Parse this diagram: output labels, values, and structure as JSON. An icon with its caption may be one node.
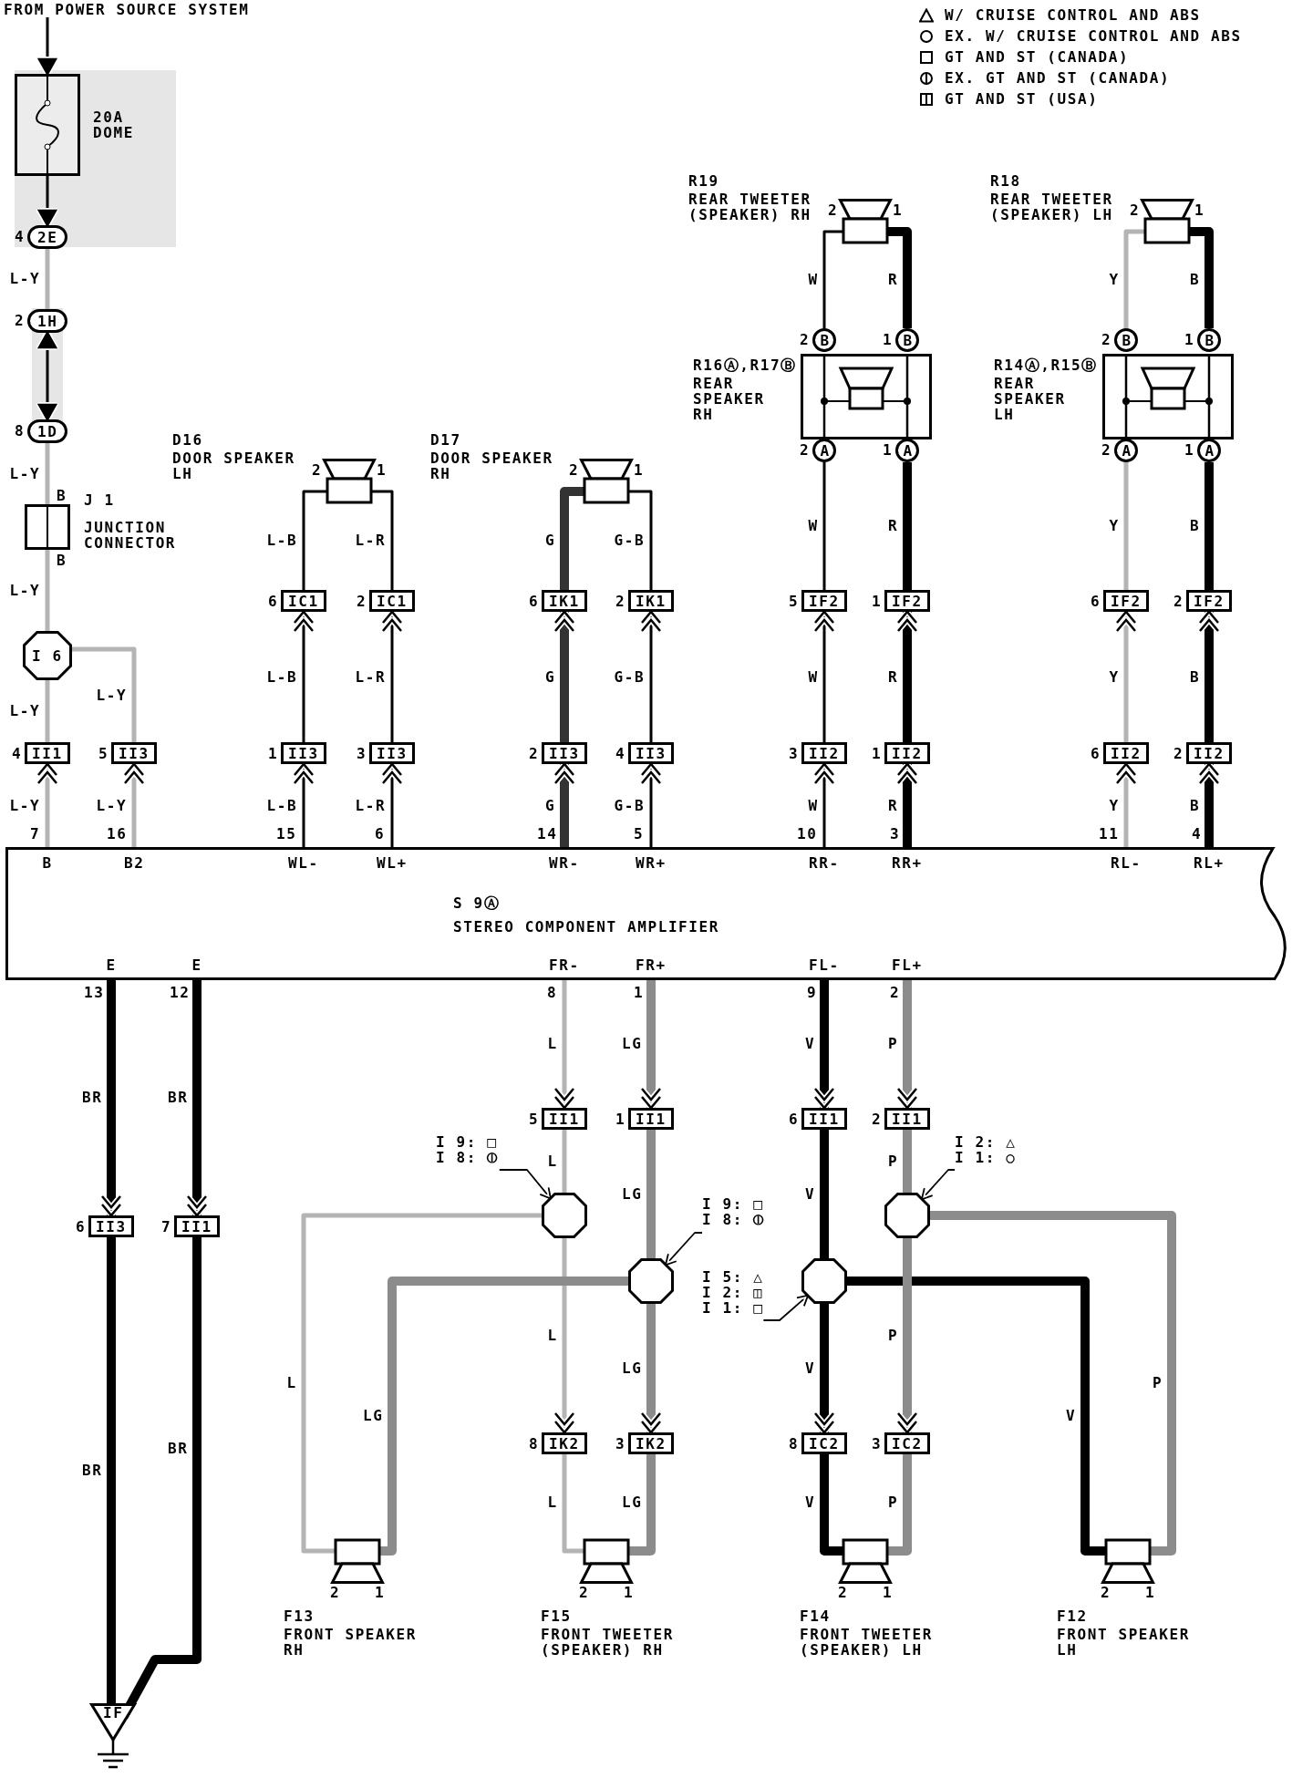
{
  "diagram": {
    "nodes": [
      {
        "text": [
          "FROM POWER SOURCE SYSTEM"
        ]
      },
      {
        "text": [
          "20A DOME"
        ]
      },
      {
        "text": [
          "2E"
        ],
        "beside": [
          "4"
        ]
      },
      {
        "text": [
          "1H"
        ],
        "beside": [
          "2"
        ]
      },
      {
        "text": [
          "1D"
        ],
        "beside": [
          "8"
        ]
      },
      {
        "text": [
          "J 1",
          "JUNCTION CONNECTOR"
        ],
        "beside": [
          "B",
          "B"
        ]
      },
      {
        "text": [
          "I 6"
        ]
      },
      {
        "text": [
          "II1"
        ],
        "beside": [
          "4"
        ]
      },
      {
        "text": [
          "II3"
        ],
        "beside": [
          "5"
        ]
      },
      {
        "text": [
          "D16",
          "DOOR SPEAKER LH",
          "2",
          "1"
        ]
      },
      {
        "text": [
          "IC1"
        ],
        "beside": [
          "6"
        ]
      },
      {
        "text": [
          "IC1"
        ],
        "beside": [
          "2"
        ]
      },
      {
        "text": [
          "II3"
        ],
        "beside": [
          "1"
        ]
      },
      {
        "text": [
          "II3"
        ],
        "beside": [
          "3"
        ]
      },
      {
        "text": [
          "D17",
          "DOOR SPEAKER RH",
          "2",
          "1"
        ]
      },
      {
        "text": [
          "IK1"
        ],
        "beside": [
          "6"
        ]
      },
      {
        "text": [
          "IK1"
        ],
        "beside": [
          "2"
        ]
      },
      {
        "text": [
          "II3"
        ],
        "beside": [
          "2"
        ]
      },
      {
        "text": [
          "II3"
        ],
        "beside": [
          "4"
        ]
      },
      {
        "text": [
          "R19",
          "REAR TWEETER (SPEAKER) RH",
          "2",
          "1"
        ]
      },
      {
        "text": [
          "B"
        ],
        "beside": [
          "2"
        ]
      },
      {
        "text": [
          "B"
        ],
        "beside": [
          "1"
        ]
      },
      {
        "text": [
          "R16Ⓐ,R17Ⓑ",
          "REAR SPEAKER RH"
        ]
      },
      {
        "text": [
          "A"
        ],
        "beside": [
          "2"
        ]
      },
      {
        "text": [
          "A"
        ],
        "beside": [
          "1"
        ]
      },
      {
        "text": [
          "IF2"
        ],
        "beside": [
          "5"
        ]
      },
      {
        "text": [
          "IF2"
        ],
        "beside": [
          "1"
        ]
      },
      {
        "text": [
          "II2"
        ],
        "beside": [
          "3"
        ]
      },
      {
        "text": [
          "II2"
        ],
        "beside": [
          "1"
        ]
      },
      {
        "text": [
          "R18",
          "REAR TWEETER (SPEAKER) LH",
          "2",
          "1"
        ]
      },
      {
        "text": [
          "B"
        ],
        "beside": [
          "2"
        ]
      },
      {
        "text": [
          "B"
        ],
        "beside": [
          "1"
        ]
      },
      {
        "text": [
          "R14Ⓐ,R15Ⓑ",
          "REAR SPEAKER LH"
        ]
      },
      {
        "text": [
          "A"
        ],
        "beside": [
          "2"
        ]
      },
      {
        "text": [
          "A"
        ],
        "beside": [
          "1"
        ]
      },
      {
        "text": [
          "IF2"
        ],
        "beside": [
          "6"
        ]
      },
      {
        "text": [
          "IF2"
        ],
        "beside": [
          "2"
        ]
      },
      {
        "text": [
          "II2"
        ],
        "beside": [
          "6"
        ]
      },
      {
        "text": [
          "II2"
        ],
        "beside": [
          "2"
        ]
      },
      {
        "text": [
          "B",
          "B2",
          "WL-",
          "WL+",
          "WR-",
          "WR+",
          "RR-",
          "RR+",
          "RL-",
          "RL+",
          "S 9Ⓐ",
          "STEREO COMPONENT AMPLIFIER",
          "E",
          "E",
          "FR-",
          "FR+",
          "FL-",
          "FL+"
        ],
        "beside": [
          "7",
          "16",
          "15",
          "6",
          "14",
          "5",
          "10",
          "3",
          "11",
          "4",
          "13",
          "12",
          "8",
          "1",
          "9",
          "2"
        ]
      },
      {
        "text": [
          "II1"
        ],
        "beside": [
          "5"
        ]
      },
      {
        "text": [
          "II1"
        ],
        "beside": [
          "1"
        ]
      },
      {
        "text": [
          "II1"
        ],
        "beside": [
          "6"
        ]
      },
      {
        "text": [
          "II1"
        ],
        "beside": [
          "2"
        ]
      },
      {
        "text": [
          "I 9: □",
          "I 8: ⦶"
        ]
      },
      {
        "text": [
          "I 2: △",
          "I 1: ○"
        ]
      },
      {
        "text": [],
        "shape": "octagon"
      },
      {
        "text": [],
        "shape": "octagon"
      },
      {
        "text": [
          "I 9: □",
          "I 8: ⦶"
        ]
      },
      {
        "text": [],
        "shape": "octagon"
      },
      {
        "text": [],
        "shape": "octagon"
      },
      {
        "text": [
          "I 5: △",
          "I 2: ◫",
          "I 1: □"
        ]
      },
      {
        "text": [
          "II3"
        ],
        "beside": [
          "6"
        ]
      },
      {
        "text": [
          "II1"
        ],
        "beside": [
          "7"
        ]
      },
      {
        "text": [
          "IK2"
        ],
        "beside": [
          "8"
        ]
      },
      {
        "text": [
          "IK2"
        ],
        "beside": [
          "3"
        ]
      },
      {
        "text": [
          "IC2"
        ],
        "beside": [
          "8"
        ]
      },
      {
        "text": [
          "IC2"
        ],
        "beside": [
          "3"
        ]
      },
      {
        "text": [
          "F13",
          "FRONT SPEAKER RH",
          "2",
          "1"
        ]
      },
      {
        "text": [
          "F15",
          "FRONT TWEETER (SPEAKER) RH",
          "2",
          "1"
        ]
      },
      {
        "text": [
          "F14",
          "FRONT TWEETER (SPEAKER) LH",
          "2",
          "1"
        ]
      },
      {
        "text": [
          "F12",
          "FRONT SPEAKER LH",
          "2",
          "1"
        ]
      },
      {
        "text": [
          "IF"
        ]
      }
    ],
    "edges": [
      {
        "from": 0,
        "to": 1,
        "arrow": "to"
      },
      {
        "from": 1,
        "to": 2,
        "arrow": "to"
      },
      {
        "from": 2,
        "to": 3,
        "arrow": "none",
        "label": "L-Y",
        "color": "#b4b4b4"
      },
      {
        "from": 3,
        "to": 4,
        "arrow": "both"
      },
      {
        "from": 4,
        "to": 5,
        "arrow": "none",
        "label": "L-Y",
        "color": "#b4b4b4"
      },
      {
        "from": 5,
        "to": 6,
        "arrow": "none",
        "label": "L-Y",
        "color": "#b4b4b4"
      },
      {
        "from": 6,
        "to": 7,
        "arrow": "none",
        "label": "L-Y",
        "color": "#b4b4b4"
      },
      {
        "from": 6,
        "to": 8,
        "arrow": "none",
        "label": "L-Y",
        "color": "#b4b4b4"
      },
      {
        "from": 39,
        "to": 7,
        "arrow": "to",
        "label": "L-Y",
        "color": "#b4b4b4"
      },
      {
        "from": 39,
        "to": 8,
        "arrow": "to",
        "label": "L-Y",
        "color": "#b4b4b4"
      },
      {
        "from": 10,
        "to": 9,
        "arrow": "none",
        "label": "L-B"
      },
      {
        "from": 11,
        "to": 9,
        "arrow": "none",
        "label": "L-R"
      },
      {
        "from": 12,
        "to": 10,
        "arrow": "to",
        "label": "L-B"
      },
      {
        "from": 13,
        "to": 11,
        "arrow": "to",
        "label": "L-R"
      },
      {
        "from": 39,
        "to": 12,
        "arrow": "to",
        "label": "L-B"
      },
      {
        "from": 39,
        "to": 13,
        "arrow": "to",
        "label": "L-R"
      },
      {
        "from": 15,
        "to": 14,
        "arrow": "none",
        "label": "G",
        "style": "thick",
        "color": "#333333"
      },
      {
        "from": 16,
        "to": 14,
        "arrow": "none",
        "label": "G-B"
      },
      {
        "from": 17,
        "to": 15,
        "arrow": "to",
        "label": "G",
        "style": "thick",
        "color": "#333333"
      },
      {
        "from": 18,
        "to": 16,
        "arrow": "to",
        "label": "G-B"
      },
      {
        "from": 39,
        "to": 17,
        "arrow": "to",
        "label": "G",
        "style": "thick",
        "color": "#333333"
      },
      {
        "from": 39,
        "to": 18,
        "arrow": "to",
        "label": "G-B"
      },
      {
        "from": 20,
        "to": 19,
        "arrow": "none",
        "label": "W"
      },
      {
        "from": 21,
        "to": 19,
        "arrow": "none",
        "label": "R",
        "style": "thick"
      },
      {
        "from": 25,
        "to": 23,
        "arrow": "none",
        "label": "W"
      },
      {
        "from": 26,
        "to": 24,
        "arrow": "none",
        "label": "R",
        "style": "thick"
      },
      {
        "from": 27,
        "to": 25,
        "arrow": "to",
        "label": "W"
      },
      {
        "from": 28,
        "to": 26,
        "arrow": "to",
        "label": "R",
        "style": "thick"
      },
      {
        "from": 39,
        "to": 27,
        "arrow": "to",
        "label": "W"
      },
      {
        "from": 39,
        "to": 28,
        "arrow": "to",
        "label": "R",
        "style": "thick"
      },
      {
        "from": 30,
        "to": 29,
        "arrow": "none",
        "label": "Y",
        "color": "#b4b4b4"
      },
      {
        "from": 31,
        "to": 29,
        "arrow": "none",
        "label": "B",
        "style": "thick"
      },
      {
        "from": 35,
        "to": 33,
        "arrow": "none",
        "label": "Y",
        "color": "#b4b4b4"
      },
      {
        "from": 36,
        "to": 34,
        "arrow": "none",
        "label": "B",
        "style": "thick"
      },
      {
        "from": 37,
        "to": 35,
        "arrow": "to",
        "label": "Y",
        "color": "#b4b4b4"
      },
      {
        "from": 38,
        "to": 36,
        "arrow": "to",
        "label": "B",
        "style": "thick"
      },
      {
        "from": 39,
        "to": 37,
        "arrow": "to",
        "label": "Y",
        "color": "#b4b4b4"
      },
      {
        "from": 39,
        "to": 38,
        "arrow": "to",
        "label": "B",
        "style": "thick"
      },
      {
        "from": 39,
        "to": 52,
        "arrow": "to",
        "label": "BR",
        "style": "thick"
      },
      {
        "from": 39,
        "to": 53,
        "arrow": "to",
        "label": "BR",
        "style": "thick"
      },
      {
        "from": 52,
        "to": 62,
        "arrow": "none",
        "label": "BR",
        "style": "thick"
      },
      {
        "from": 53,
        "to": 62,
        "arrow": "none",
        "label": "BR",
        "style": "thick"
      },
      {
        "from": 39,
        "to": 40,
        "arrow": "to",
        "label": "L",
        "color": "#b4b4b4"
      },
      {
        "from": 40,
        "to": 46,
        "arrow": "none",
        "label": "L",
        "color": "#b4b4b4"
      },
      {
        "from": 46,
        "to": 54,
        "arrow": "to",
        "label": "L",
        "color": "#b4b4b4"
      },
      {
        "from": 54,
        "to": 59,
        "arrow": "none",
        "label": "L",
        "color": "#b4b4b4"
      },
      {
        "from": 46,
        "to": 58,
        "arrow": "none",
        "label": "L",
        "color": "#b4b4b4"
      },
      {
        "from": 39,
        "to": 41,
        "arrow": "to",
        "label": "LG",
        "style": "thick",
        "color": "#8c8c8c"
      },
      {
        "from": 41,
        "to": 49,
        "arrow": "none",
        "label": "LG",
        "style": "thick",
        "color": "#8c8c8c"
      },
      {
        "from": 49,
        "to": 55,
        "arrow": "to",
        "label": "LG",
        "style": "thick",
        "color": "#8c8c8c"
      },
      {
        "from": 55,
        "to": 59,
        "arrow": "none",
        "label": "LG",
        "style": "thick",
        "color": "#8c8c8c"
      },
      {
        "from": 49,
        "to": 58,
        "arrow": "none",
        "label": "LG",
        "style": "thick",
        "color": "#8c8c8c"
      },
      {
        "from": 39,
        "to": 42,
        "arrow": "to",
        "label": "V",
        "style": "thick"
      },
      {
        "from": 42,
        "to": 50,
        "arrow": "none",
        "label": "V",
        "style": "thick"
      },
      {
        "from": 50,
        "to": 56,
        "arrow": "to",
        "label": "V",
        "style": "thick"
      },
      {
        "from": 56,
        "to": 60,
        "arrow": "none",
        "label": "V",
        "style": "thick"
      },
      {
        "from": 50,
        "to": 61,
        "arrow": "none",
        "label": "V",
        "style": "thick"
      },
      {
        "from": 39,
        "to": 43,
        "arrow": "to",
        "label": "P",
        "style": "thick",
        "color": "#8c8c8c"
      },
      {
        "from": 43,
        "to": 47,
        "arrow": "none",
        "label": "P",
        "style": "thick",
        "color": "#8c8c8c"
      },
      {
        "from": 47,
        "to": 57,
        "arrow": "to",
        "label": "P",
        "style": "thick",
        "color": "#8c8c8c"
      },
      {
        "from": 57,
        "to": 60,
        "arrow": "none",
        "label": "P",
        "style": "thick",
        "color": "#8c8c8c"
      },
      {
        "from": 47,
        "to": 61,
        "arrow": "none",
        "label": "P",
        "style": "thick",
        "color": "#8c8c8c"
      },
      {
        "from": 44,
        "to": 46,
        "arrow": "to"
      },
      {
        "from": 45,
        "to": 47,
        "arrow": "to"
      },
      {
        "from": 48,
        "to": 49,
        "arrow": "to"
      },
      {
        "from": 51,
        "to": 50,
        "arrow": "to"
      }
    ],
    "legend": [
      {
        "text": "W/ CRUISE CONTROL AND ABS"
      },
      {
        "text": "EX. W/ CRUISE CONTROL AND ABS"
      },
      {
        "text": "GT AND ST (CANADA)"
      },
      {
        "text": "EX. GT AND ST (CANADA)"
      },
      {
        "text": "GT AND ST (USA)"
      }
    ]
  }
}
